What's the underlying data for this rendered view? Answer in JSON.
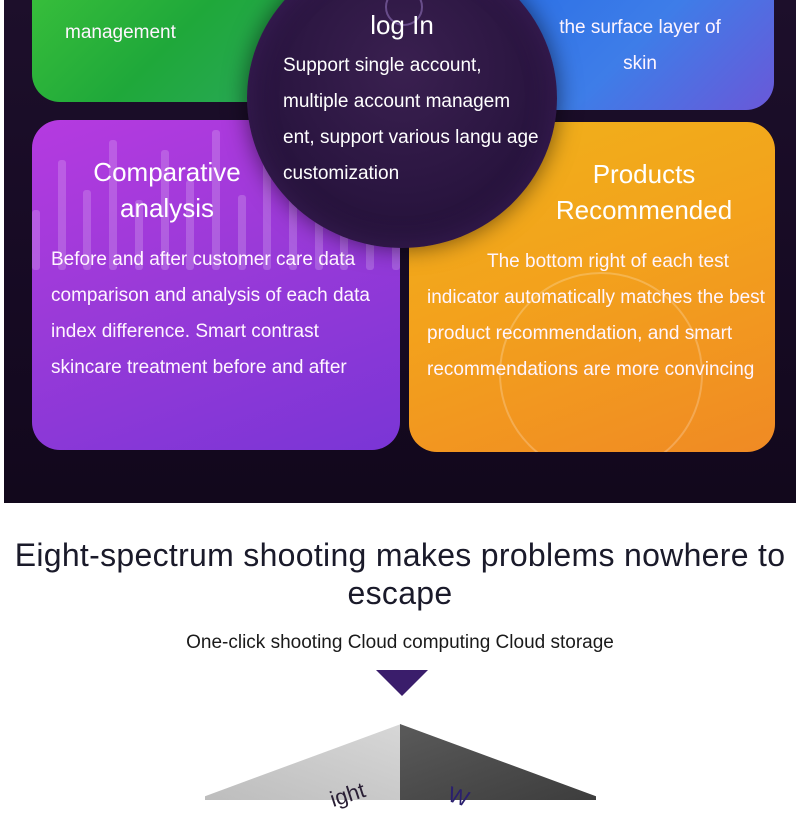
{
  "cards": {
    "green": {
      "text": "management"
    },
    "blue": {
      "text": "the surface layer of skin"
    },
    "login": {
      "title": "log In",
      "text": "Support single account, multiple account managem ent, support various langu age customization"
    },
    "comparative": {
      "title": "Comparative analysis",
      "text": "Before and after customer care data comparison and analysis of each data index difference. Smart contrast skincare treatment before and after"
    },
    "products": {
      "title": "Products Recommended",
      "text": "The bottom right of each test indicator automatically matches the best product recommendation, and smart recommendations are more convincing"
    }
  },
  "headline": "Eight-spectrum shooting makes problems nowhere to escape",
  "subline": "One-click shooting Cloud computing Cloud storage",
  "cube": {
    "left_label": "ight",
    "right_label": "W"
  },
  "colors": {
    "panel_bg": "#1d0f2b",
    "green_card": "#3cc23b",
    "blue_card": "#2a6fe6",
    "purple_card": "#b53ae0",
    "orange_card": "#f0b21a",
    "arrow": "#3a1d6b"
  }
}
